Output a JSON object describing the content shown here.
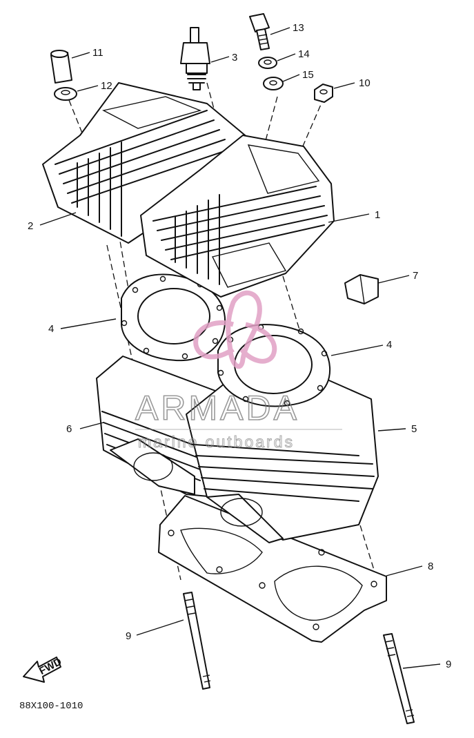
{
  "diagram": {
    "part_code": "88X100-1010",
    "front_marker": "FWD",
    "watermark": {
      "brand": "ARMADA",
      "tagline": "marine outboards",
      "logo_color": "#e0a0c4"
    },
    "callouts": [
      {
        "id": "1",
        "part": "cylinder-head-1"
      },
      {
        "id": "2",
        "part": "cylinder-head-2"
      },
      {
        "id": "3",
        "part": "spark-plug"
      },
      {
        "id": "4",
        "part": "head-gasket"
      },
      {
        "id": "4",
        "part": "head-gasket"
      },
      {
        "id": "5",
        "part": "cylinder-1"
      },
      {
        "id": "6",
        "part": "cylinder-2"
      },
      {
        "id": "7",
        "part": "plug"
      },
      {
        "id": "8",
        "part": "base-gasket"
      },
      {
        "id": "9",
        "part": "stud-bolt"
      },
      {
        "id": "9",
        "part": "stud-bolt"
      },
      {
        "id": "10",
        "part": "nut"
      },
      {
        "id": "11",
        "part": "collar"
      },
      {
        "id": "12",
        "part": "washer"
      },
      {
        "id": "13",
        "part": "bolt"
      },
      {
        "id": "14",
        "part": "washer"
      },
      {
        "id": "15",
        "part": "washer"
      }
    ]
  }
}
